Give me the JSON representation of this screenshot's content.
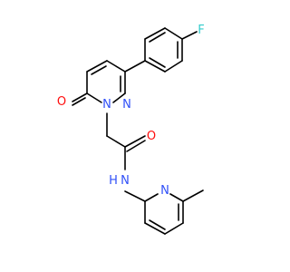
{
  "molecule": {
    "atoms": {
      "fluorine": "F",
      "carbonyl_oxygen_ring": "O",
      "amide_oxygen": "O",
      "ring_nitrogen_1": "N",
      "ring_nitrogen_2": "N",
      "amide_nitrogen": "N",
      "amide_hydrogen": "H",
      "pyridine_nitrogen": "N"
    },
    "colors": {
      "bond": "#000000",
      "fluorine": "#33cccc",
      "oxygen": "#ff0d0d",
      "nitrogen": "#3050f8"
    }
  }
}
